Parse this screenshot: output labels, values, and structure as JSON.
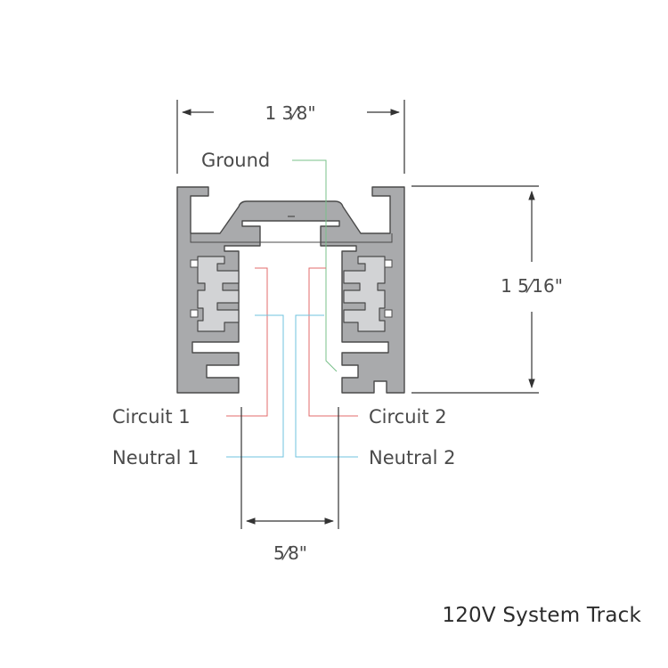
{
  "dimensions": {
    "width": "1 3⁄8\"",
    "height": "1 5⁄16\"",
    "spacing": "5⁄8\""
  },
  "labels": {
    "ground": "Ground",
    "circuit_1": "Circuit 1",
    "circuit_2": "Circuit 2",
    "neutral_1": "Neutral 1",
    "neutral_2": "Neutral 2"
  },
  "caption": "120V System Track",
  "colors": {
    "track_body": "#a9aaac",
    "track_outline": "#4a4a4a",
    "insulator": "#d2d3d5",
    "ground_wire": "#79c08a",
    "circuit_wire": "#e36b6b",
    "neutral_wire": "#6fc3df"
  }
}
